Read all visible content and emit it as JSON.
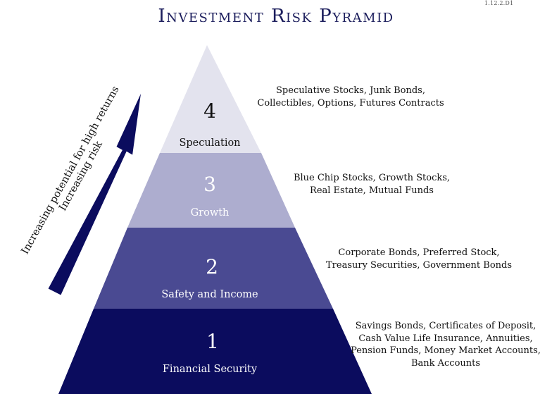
{
  "header": {
    "title": "Investment Risk Pyramid",
    "code": "1.12.2.D1"
  },
  "arrow": {
    "line1": "Increasing potential for high returns",
    "line2": "Increasing risk"
  },
  "tiers": [
    {
      "number": "4",
      "label": "Speculation",
      "fill": "#e3e3ee",
      "text_color": "#111111",
      "examples": [
        "Speculative Stocks, Junk Bonds,",
        "Collectibles, Options, Futures Contracts"
      ]
    },
    {
      "number": "3",
      "label": "Growth",
      "fill": "#adadcf",
      "text_color": "#ffffff",
      "examples": [
        "Blue Chip Stocks, Growth Stocks,",
        "Real Estate, Mutual Funds"
      ]
    },
    {
      "number": "2",
      "label": "Safety and Income",
      "fill": "#4a4a92",
      "text_color": "#ffffff",
      "examples": [
        "Corporate Bonds, Preferred Stock,",
        "Treasury Securities, Government Bonds"
      ]
    },
    {
      "number": "1",
      "label": "Financial Security",
      "fill": "#0b0c5e",
      "text_color": "#ffffff",
      "examples": [
        "Savings Bonds, Certificates of Deposit,",
        "Cash Value Life Insurance, Annuities,",
        "Pension Funds, Money Market Accounts,",
        "Bank Accounts"
      ]
    }
  ],
  "colors": {
    "arrow": "#0b0c5e",
    "title": "#1b1d5c"
  }
}
